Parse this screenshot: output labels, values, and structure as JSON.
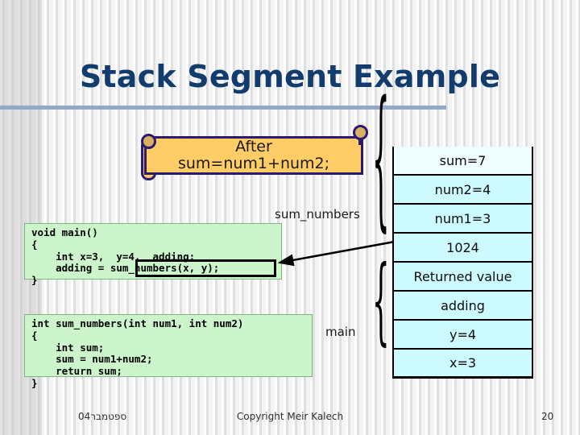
{
  "slide": {
    "title": "Stack Segment Example",
    "title_color": "#123c6e",
    "rule_color": "#93a9c6",
    "background_color": "#f4f4f4"
  },
  "banner": {
    "name": "scroll-banner",
    "text": "After\nsum=num1+num2;",
    "fill_color": "#ffcc66",
    "border_color": "#2b1a70"
  },
  "labels": {
    "sum_numbers": "sum_numbers",
    "main": "main"
  },
  "code_boxes": [
    {
      "id": "main",
      "fill_color": "#ccf5cc",
      "lines": "void main()\n{\n    int x=3,  y=4,  adding;\n    adding = sum_numbers(x, y);\n}"
    },
    {
      "id": "sum_numbers",
      "fill_color": "#ccf5cc",
      "lines": "int sum_numbers(int num1, int num2)\n{\n    int sum;\n    sum = num1+num2;\n    return sum;\n}"
    }
  ],
  "highlight": {
    "name": "call-highlight",
    "expression": "sum_numbers(x, y);",
    "border_color": "#000000"
  },
  "stack": {
    "fill_color": "#ccfaff",
    "border_color": "#000000",
    "cells": [
      {
        "label": "sum=7",
        "frame": "sum_numbers",
        "open_top": true
      },
      {
        "label": "num2=4",
        "frame": "sum_numbers",
        "open_top": false
      },
      {
        "label": "num1=3",
        "frame": "sum_numbers",
        "open_top": false
      },
      {
        "label": "1024",
        "frame": "sum_numbers",
        "open_top": false
      },
      {
        "label": "Returned value",
        "frame": "sum_numbers",
        "open_top": false
      },
      {
        "label": "adding",
        "frame": "main",
        "open_top": false
      },
      {
        "label": "y=4",
        "frame": "main",
        "open_top": false
      },
      {
        "label": "x=3",
        "frame": "main",
        "open_top": false
      }
    ],
    "braces": [
      {
        "name": "brace-sum-numbers-frame",
        "glyph": "{"
      },
      {
        "name": "brace-main-frame",
        "glyph": "{"
      }
    ]
  },
  "footer": {
    "date": "ספטמבר04",
    "copyright": "Copyright Meir Kalech",
    "page_number": "20"
  }
}
